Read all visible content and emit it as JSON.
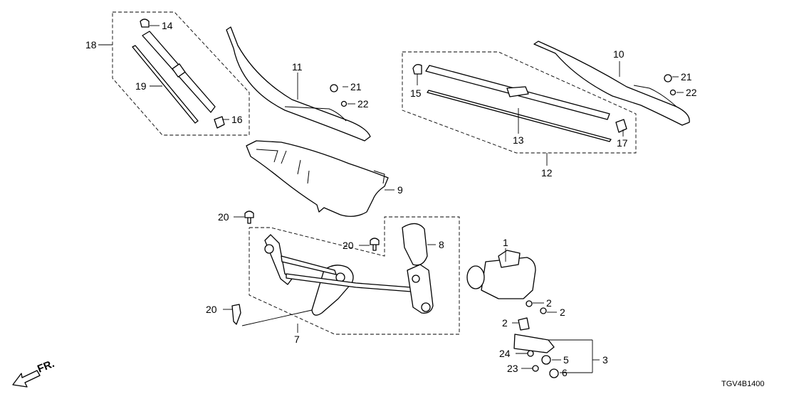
{
  "callouts": {
    "c1": "1",
    "c2a": "2",
    "c2b": "2",
    "c2c": "2",
    "c3": "3",
    "c5": "5",
    "c6": "6",
    "c7": "7",
    "c8": "8",
    "c9": "9",
    "c10": "10",
    "c11": "11",
    "c12": "12",
    "c13": "13",
    "c14": "14",
    "c15": "15",
    "c16": "16",
    "c17": "17",
    "c18": "18",
    "c19": "19",
    "c20a": "20",
    "c20b": "20",
    "c20c": "20",
    "c21a": "21",
    "c21b": "21",
    "c22a": "22",
    "c22b": "22",
    "c23": "23",
    "c24": "24"
  },
  "direction": "FR.",
  "diagram_code": "TGV4B1400",
  "icons": {
    "front_arrow": "arrow-down-left-icon"
  }
}
